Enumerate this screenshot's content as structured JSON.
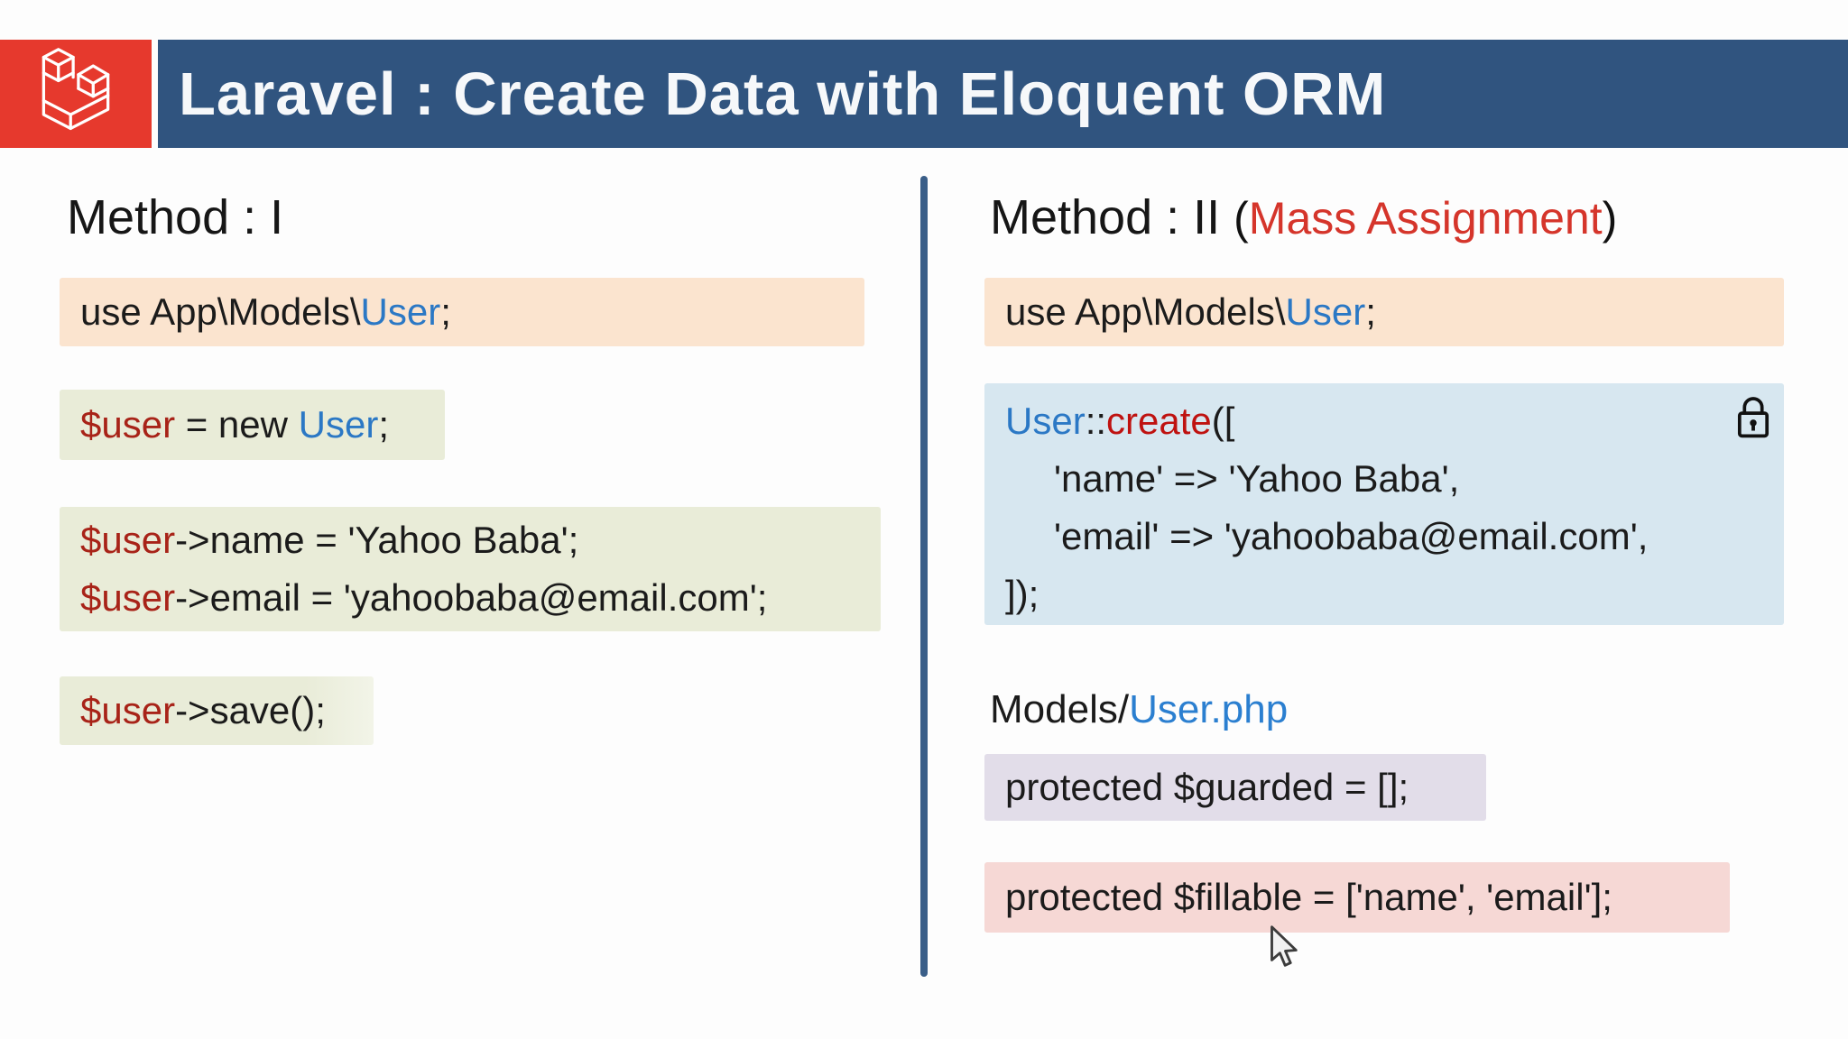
{
  "header": {
    "title": "Laravel : Create Data with Eloquent ORM"
  },
  "colors": {
    "header_bar": "#30547f",
    "logo_background": "#e6392d",
    "divider": "#3a5e88",
    "peach_block": "#fbe4cf",
    "green_block": "#e9ecd8",
    "blue_block": "#d7e7f0",
    "lavender_block": "#e2dde9",
    "pink_block": "#f6d8d5",
    "code_variable_red": "#a82318",
    "code_create_red": "#bf1210",
    "code_class_blue": "#2b78c5",
    "annotation_red": "#d5352b"
  },
  "left": {
    "heading": "Method : I",
    "use_stmt": {
      "pre": "use App\\Models\\",
      "user": "User",
      "end": ";"
    },
    "new_stmt": {
      "var": "$user",
      "mid": " = new ",
      "user": "User",
      "end": ";"
    },
    "name_stmt": {
      "var": "$user",
      "rest": "->name = 'Yahoo Baba';"
    },
    "email_stmt": {
      "var": "$user",
      "rest": "->email = 'yahoobaba@email.com';"
    },
    "save_stmt": {
      "var": "$user",
      "rest": "->save();"
    }
  },
  "right": {
    "heading": "Method : II ",
    "annotation_open": "(",
    "annotation": "Mass Assignment",
    "annotation_close": ")",
    "use_stmt": {
      "pre": "use App\\Models\\",
      "user": "User",
      "end": ";"
    },
    "create_block": {
      "line1_user": "User",
      "line1_colons": "::",
      "line1_create": "create",
      "line1_open": "([",
      "line2": "'name' => 'Yahoo Baba',",
      "line3": "'email' => 'yahoobaba@email.com',",
      "line4": "]);"
    },
    "model_label": {
      "pre": "Models/",
      "file": "User.php"
    },
    "guarded_stmt": "protected $guarded = [];",
    "fillable_stmt": "protected $fillable = ['name', 'email'];"
  },
  "icons": {
    "lock": "lock-icon",
    "cursor": "mouse-cursor"
  }
}
